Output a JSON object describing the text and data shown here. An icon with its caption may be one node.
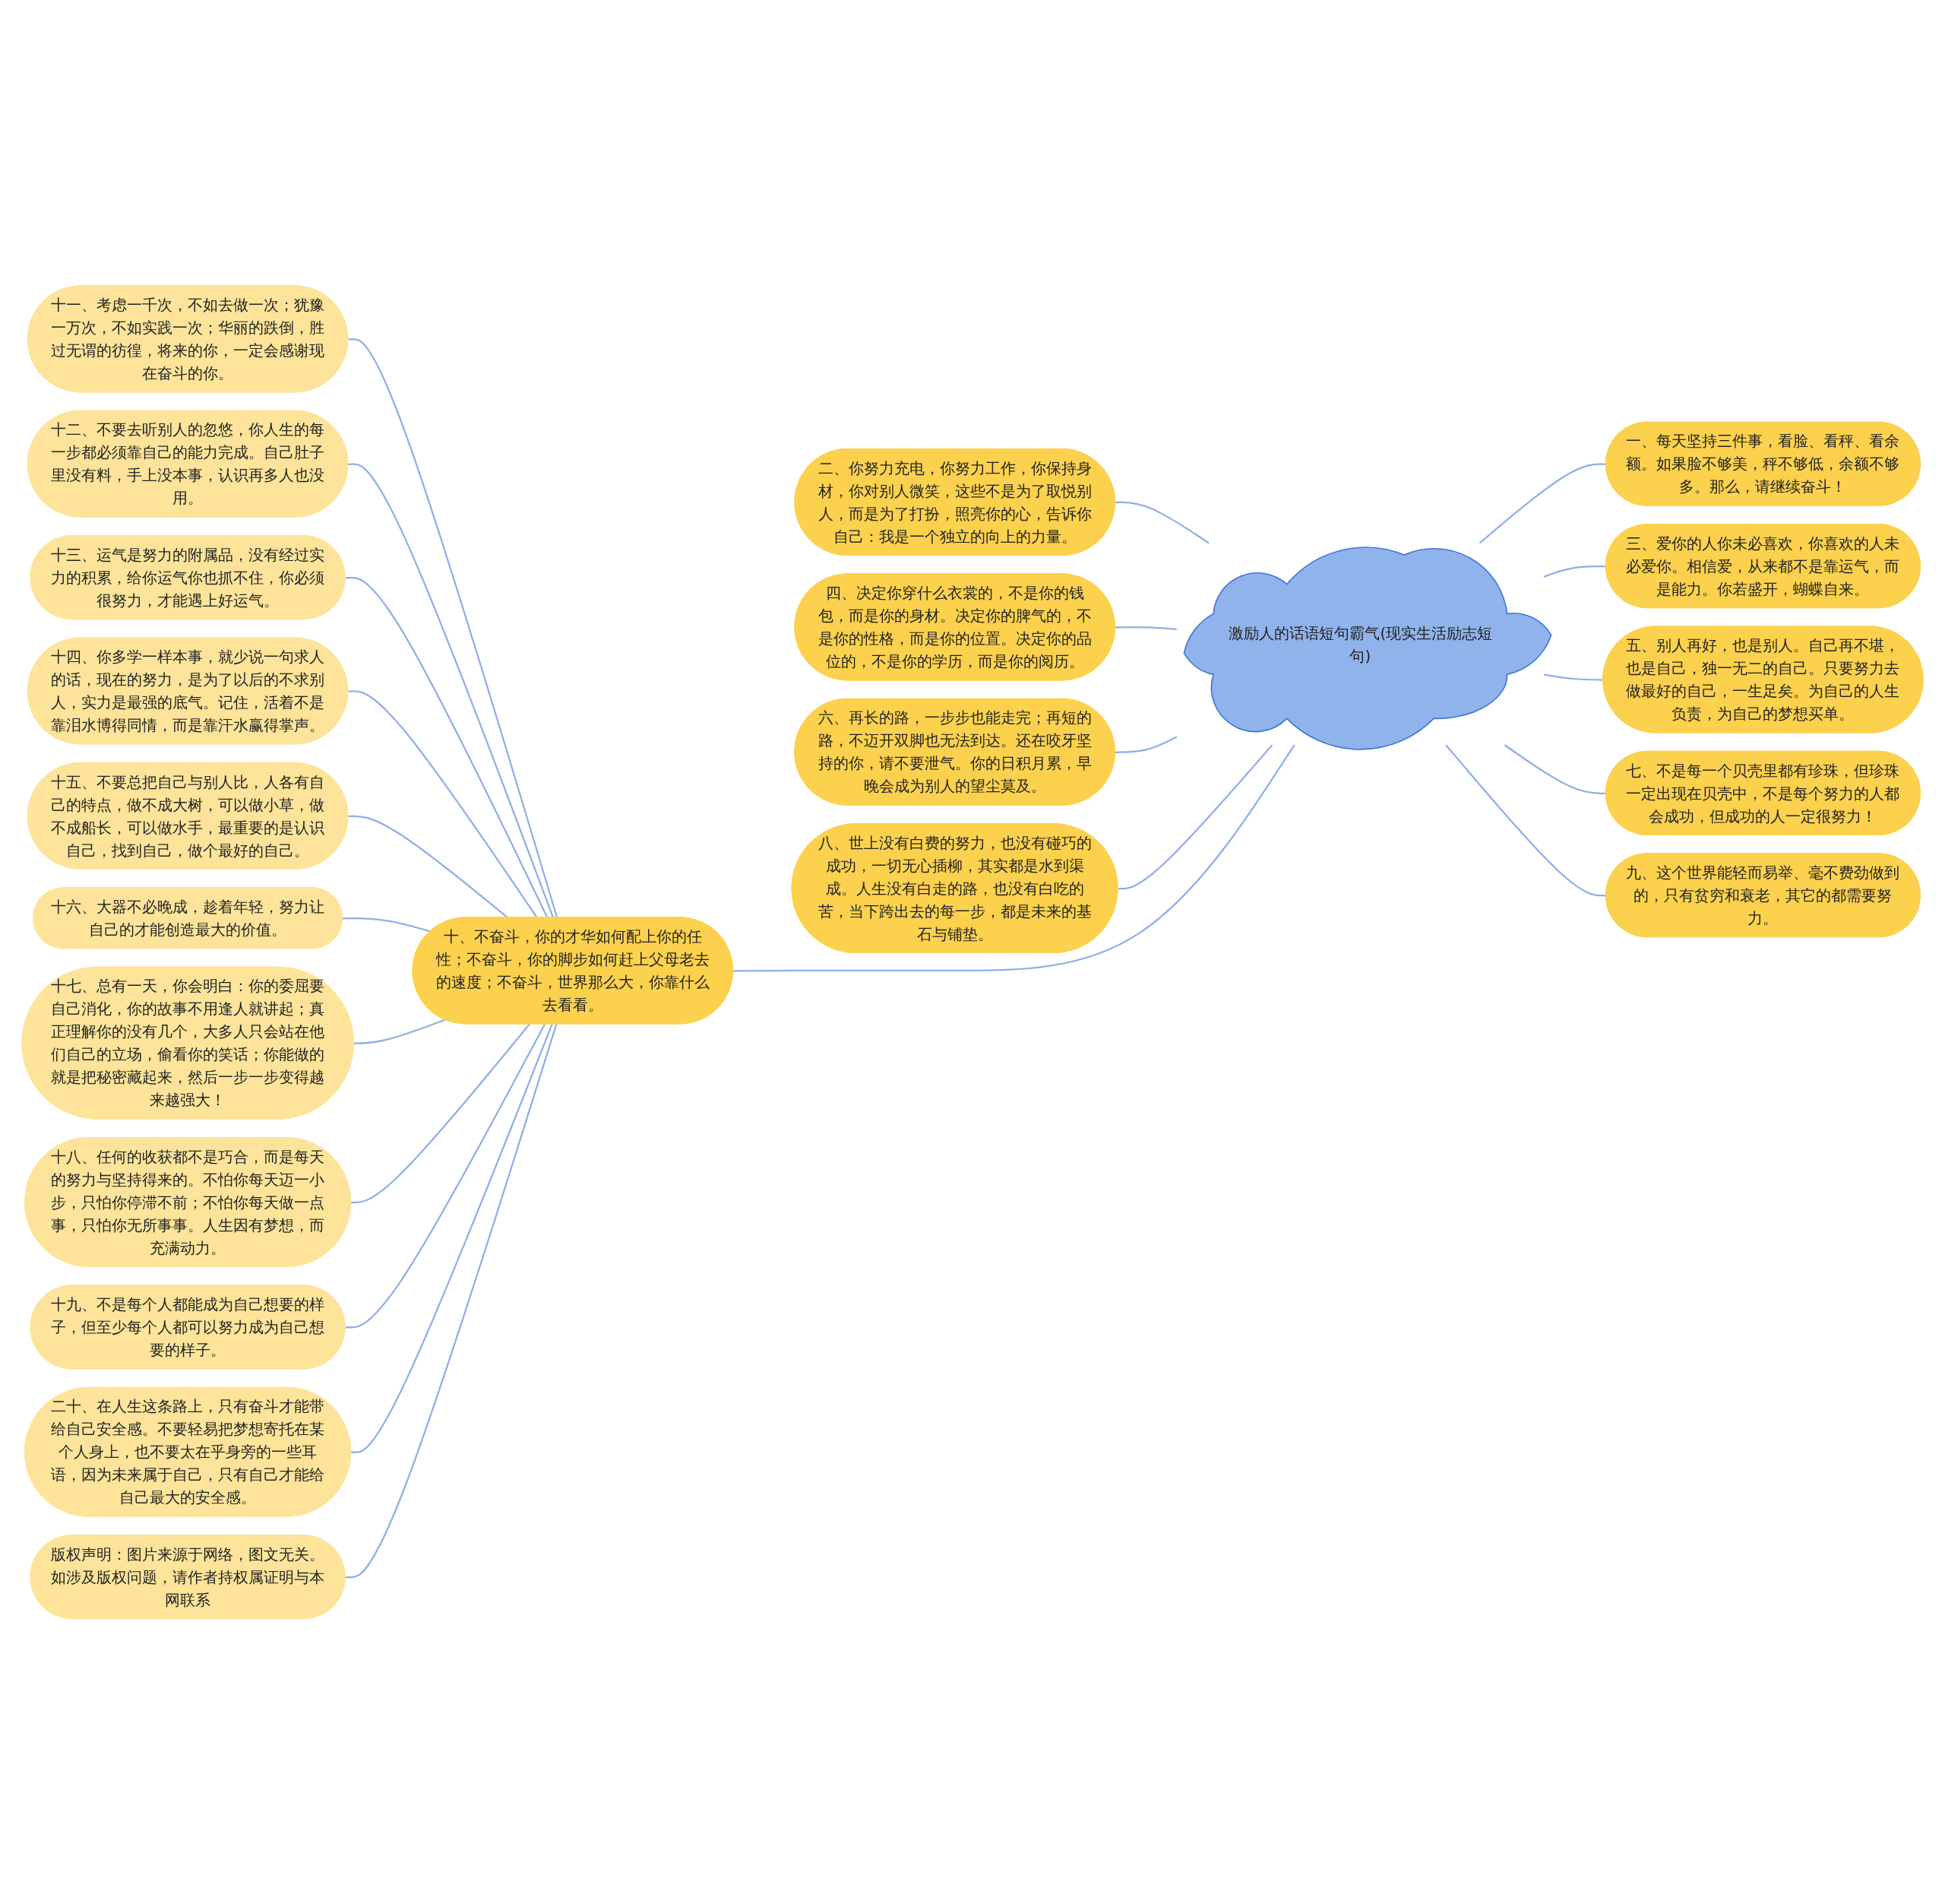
{
  "diagram": {
    "nodes": [
      {
        "text": [
          "激励人的话语短句霸气(现实生活励志短句)"
        ]
      },
      {
        "text": [
          "二、你努力充电，你努力工作，你保持身材，你对别人微笑，这些不是为了取悦别人，而是为了打扮，照亮你的心，告诉你自己：我是一个独立的向上的力量。"
        ]
      },
      {
        "text": [
          "四、决定你穿什么衣裳的，不是你的钱包，而是你的身材。决定你的脾气的，不是你的性格，而是你的位置。决定你的品位的，不是你的学历，而是你的阅历。"
        ]
      },
      {
        "text": [
          "六、再长的路，一步步也能走完；再短的路，不迈开双脚也无法到达。还在咬牙坚持的你，请不要泄气。你的日积月累，早晚会成为别人的望尘莫及。"
        ]
      },
      {
        "text": [
          "八、世上没有白费的努力，也没有碰巧的成功，一切无心插柳，其实都是水到渠成。人生没有白走的路，也没有白吃的苦，当下跨出去的每一步，都是未来的基石与铺垫。"
        ]
      },
      {
        "text": [
          "十、不奋斗，你的才华如何配上你的任性；不奋斗，你的脚步如何赶上父母老去的速度；不奋斗，世界那么大，你靠什么去看看。"
        ]
      },
      {
        "text": [
          "十一、考虑一千次，不如去做一次；犹豫一万次，不如实践一次；华丽的跌倒，胜过无谓的彷徨，将来的你，一定会感谢现在奋斗的你。"
        ]
      },
      {
        "text": [
          "十二、不要去听别人的忽悠，你人生的每一步都必须靠自己的能力完成。自己肚子里没有料，手上没本事，认识再多人也没用。"
        ]
      },
      {
        "text": [
          "十三、运气是努力的附属品，没有经过实力的积累，给你运气你也抓不住，你必须很努力，才能遇上好运气。"
        ]
      },
      {
        "text": [
          "十四、你多学一样本事，就少说一句求人的话，现在的努力，是为了以后的不求别人，实力是最强的底气。记住，活着不是靠泪水博得同情，而是靠汗水赢得掌声。"
        ]
      },
      {
        "text": [
          "十五、不要总把自己与别人比，人各有自己的特点，做不成大树，可以做小草，做不成船长，可以做水手，最重要的是认识自己，找到自己，做个最好的自己。"
        ]
      },
      {
        "text": [
          "十六、大器不必晚成，趁着年轻，努力让自己的才能创造最大的价值。"
        ]
      },
      {
        "text": [
          "十七、总有一天，你会明白：你的委屈要自己消化，你的故事不用逢人就讲起；真正理解你的没有几个，大多人只会站在他们自己的立场，偷看你的笑话；你能做的就是把秘密藏起来，然后一步一步变得越来越强大！"
        ]
      },
      {
        "text": [
          "十八、任何的收获都不是巧合，而是每天的努力与坚持得来的。不怕你每天迈一小步，只怕你停滞不前；不怕你每天做一点事，只怕你无所事事。人生因有梦想，而充满动力。"
        ]
      },
      {
        "text": [
          "十九、不是每个人都能成为自己想要的样子，但至少每个人都可以努力成为自己想要的样子。"
        ]
      },
      {
        "text": [
          "二十、在人生这条路上，只有奋斗才能带给自己安全感。不要轻易把梦想寄托在某个人身上，也不要太在乎身旁的一些耳语，因为未来属于自己，只有自己才能给自己最大的安全感。"
        ]
      },
      {
        "text": [
          "版权声明：图片来源于网络，图文无关。如涉及版权问题，请作者持权属证明与本网联系"
        ]
      },
      {
        "text": [
          "一、每天坚持三件事，看脸、看秤、看余额。如果脸不够美，秤不够低，余额不够多。那么，请继续奋斗！"
        ]
      },
      {
        "text": [
          "三、爱你的人你未必喜欢，你喜欢的人未必爱你。相信爱，从来都不是靠运气，而是能力。你若盛开，蝴蝶自来。"
        ]
      },
      {
        "text": [
          "五、别人再好，也是别人。自己再不堪，也是自己，独一无二的自己。只要努力去做最好的自己，一生足矣。为自己的人生负责，为自己的梦想买单。"
        ]
      },
      {
        "text": [
          "七、不是每一个贝壳里都有珍珠，但珍珠一定出现在贝壳中，不是每个努力的人都会成功，但成功的人一定很努力！"
        ]
      },
      {
        "text": [
          "九、这个世界能轻而易举、毫不费劲做到的，只有贫穷和衰老，其它的都需要努力。"
        ]
      }
    ],
    "edges": [
      {
        "from": 0,
        "to": 1,
        "arrow": "none"
      },
      {
        "from": 0,
        "to": 2,
        "arrow": "none"
      },
      {
        "from": 0,
        "to": 3,
        "arrow": "none"
      },
      {
        "from": 0,
        "to": 4,
        "arrow": "none"
      },
      {
        "from": 0,
        "to": 5,
        "arrow": "none"
      },
      {
        "from": 5,
        "to": 6,
        "arrow": "none"
      },
      {
        "from": 5,
        "to": 7,
        "arrow": "none"
      },
      {
        "from": 5,
        "to": 8,
        "arrow": "none"
      },
      {
        "from": 5,
        "to": 9,
        "arrow": "none"
      },
      {
        "from": 5,
        "to": 10,
        "arrow": "none"
      },
      {
        "from": 5,
        "to": 11,
        "arrow": "none"
      },
      {
        "from": 5,
        "to": 12,
        "arrow": "none"
      },
      {
        "from": 5,
        "to": 13,
        "arrow": "none"
      },
      {
        "from": 5,
        "to": 14,
        "arrow": "none"
      },
      {
        "from": 5,
        "to": 15,
        "arrow": "none"
      },
      {
        "from": 5,
        "to": 16,
        "arrow": "none"
      },
      {
        "from": 0,
        "to": 17,
        "arrow": "none"
      },
      {
        "from": 0,
        "to": 18,
        "arrow": "none"
      },
      {
        "from": 0,
        "to": 19,
        "arrow": "none"
      },
      {
        "from": 0,
        "to": 20,
        "arrow": "none"
      },
      {
        "from": 0,
        "to": 21,
        "arrow": "none"
      }
    ]
  }
}
